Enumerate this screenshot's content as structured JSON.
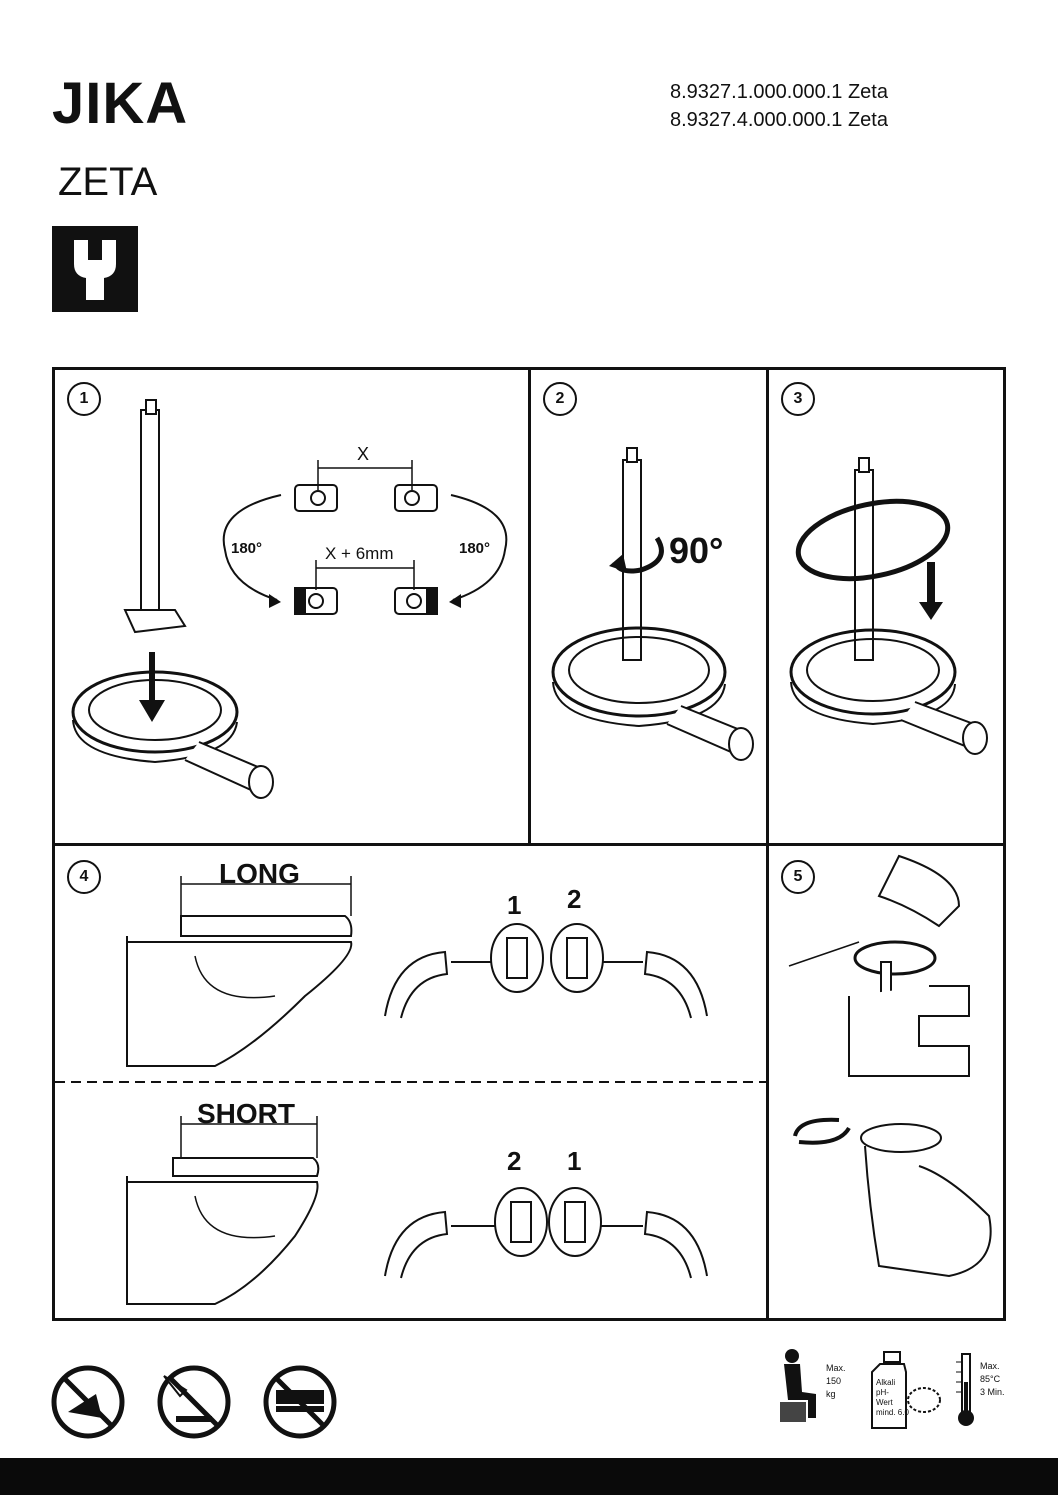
{
  "header": {
    "brand": "JIKA",
    "model": "ZETA",
    "codes": [
      "8.9327.1.000.000.1 Zeta",
      "8.9327.4.000.000.1 Zeta"
    ]
  },
  "steps": {
    "s1": {
      "num": "1",
      "distance_x": "X",
      "distance_x6": "X + 6mm",
      "rotate_left": "180°",
      "rotate_right": "180°"
    },
    "s2": {
      "num": "2",
      "rotate": "90°"
    },
    "s3": {
      "num": "3"
    },
    "s4": {
      "num": "4",
      "long": "LONG",
      "short": "SHORT",
      "long_order": [
        "1",
        "2"
      ],
      "short_order": [
        "2",
        "1"
      ]
    },
    "s5": {
      "num": "5"
    }
  },
  "footer": {
    "max_load": [
      "Max.",
      "150",
      "kg"
    ],
    "cleaner": [
      "Alkali",
      "pH-",
      "Wert",
      "mind. 6.0"
    ],
    "temp": [
      "Max.",
      "85°C",
      "3 Min."
    ]
  },
  "icons": [
    "wrench-icon",
    "no-standing-icon",
    "no-acid-icon",
    "no-abrasive-icon"
  ]
}
